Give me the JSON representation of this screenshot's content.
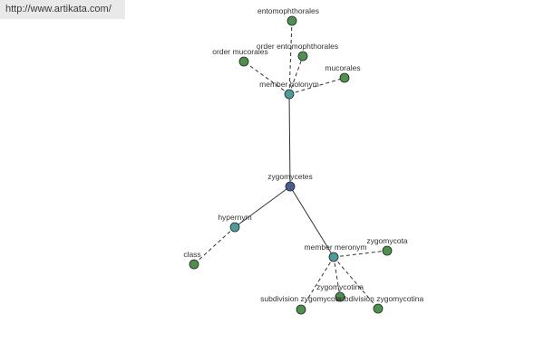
{
  "banner": {
    "url": "http://www.artikata.com/"
  },
  "colors": {
    "center": "#4a5a95",
    "relation": "#4f9a9a",
    "leaf": "#4f8f4f",
    "edge": "#333333",
    "label": "#333333"
  },
  "graph": {
    "center": {
      "id": "zygomycetes",
      "label": "zygomycetes"
    },
    "relations": [
      {
        "id": "member-holonym",
        "label": "member holonym",
        "leaves": [
          {
            "id": "entomophthorales",
            "label": "entomophthorales"
          },
          {
            "id": "order-entomophthorales",
            "label": "order entomophthorales"
          },
          {
            "id": "order-mucorales",
            "label": "order mucorales"
          },
          {
            "id": "mucorales",
            "label": "mucorales"
          }
        ]
      },
      {
        "id": "hypernym",
        "label": "hypernym",
        "leaves": [
          {
            "id": "class",
            "label": "class"
          }
        ]
      },
      {
        "id": "member-meronym",
        "label": "member meronym",
        "leaves": [
          {
            "id": "zygomycota",
            "label": "zygomycota"
          },
          {
            "id": "zygomycotina",
            "label": "zygomycotina"
          },
          {
            "id": "subdivision-zygomycota",
            "label": "subdivision zygomycota"
          },
          {
            "id": "subdivision-zygomycotina",
            "label": "subdivision zygomycotina"
          }
        ]
      }
    ]
  }
}
